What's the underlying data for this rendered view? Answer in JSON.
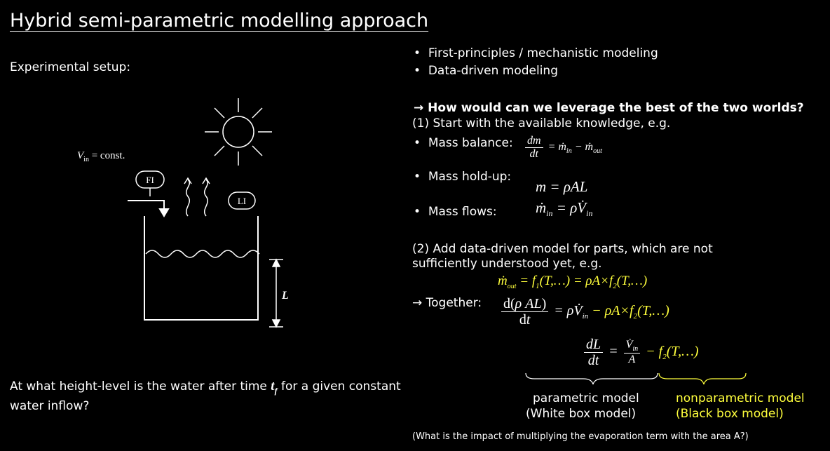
{
  "slide": {
    "title": "Hybrid semi-parametric modelling approach",
    "setup_label": "Experimental setup:",
    "question": "At what height-level is the water after time t_f for a given constant water inflow?",
    "question_pre": "At what height-level is the water after time ",
    "question_var": "t",
    "question_sub": "f",
    "question_post": " for a given constant water inflow?",
    "footnote": "(What is the impact of multiplying the evaporation term with the area A?)"
  },
  "diagram": {
    "inflow_label": "V̇in = const.",
    "fi_label": "FI",
    "li_label": "LI",
    "level_label": "L"
  },
  "right": {
    "bullets": [
      "First-principles / mechanistic modeling",
      "Data-driven modeling"
    ],
    "arrow_question": "→ How would can we leverage the best of the two worlds?",
    "step1": "(1) Start with the available knowledge, e.g.",
    "knowledge": [
      {
        "label": "Mass balance:"
      },
      {
        "label": "Mass hold-up:"
      },
      {
        "label": "Mass flows:"
      }
    ],
    "step2_line1": "(2) Add data-driven model for parts, which are not",
    "step2_line2": "sufficiently understood yet, e.g.",
    "together": "→ Together:",
    "parametric_line1": "parametric model",
    "parametric_line2": "(White box model)",
    "nonparametric_line1": "nonparametric model",
    "nonparametric_line2": "(Black box model)"
  },
  "colors": {
    "background": "#000000",
    "text": "#ffffff",
    "highlight": "#ffff3c"
  }
}
